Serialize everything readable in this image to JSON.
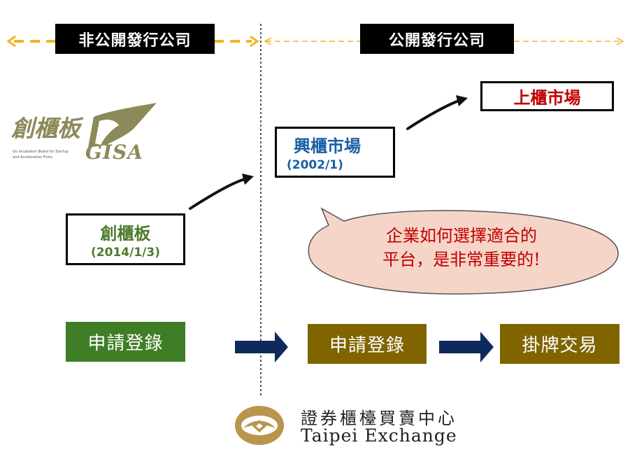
{
  "headers": {
    "left": "非公開發行公司",
    "right": "公開發行公司"
  },
  "gisa_logo": {
    "chinese": "創櫃板",
    "english_line1": "Go Incubation Board for Startup",
    "english_line2": "and Acceleration Firms",
    "letters": "GISA"
  },
  "boards": {
    "gisa": {
      "name": "創櫃板",
      "date": "(2014/1/3)"
    },
    "emerging": {
      "name": "興櫃市場",
      "date": "(2002/1)"
    },
    "otc": {
      "name": "上櫃市場"
    }
  },
  "callout": {
    "line1": "企業如何選擇適合的",
    "line2": "平台，是非常重要的!"
  },
  "steps": {
    "left_apply": "申請登錄",
    "right_apply": "申請登錄",
    "trading": "掛牌交易"
  },
  "footer_logo": {
    "chinese": "證券櫃檯買賣中心",
    "english": "Taipei Exchange"
  },
  "colors": {
    "dash_arrow": "#f0b51e",
    "green_text": "#4e7a2e",
    "blue_text": "#1a5fa6",
    "red_text": "#c00000",
    "green_step": "#3f7d26",
    "brown_step": "#7f6400",
    "navy_arrow": "#0e2a5c",
    "callout_fill": "#f6d5c9",
    "logo_olive": "#8c8a5a",
    "logo_gold": "#b9954e"
  }
}
